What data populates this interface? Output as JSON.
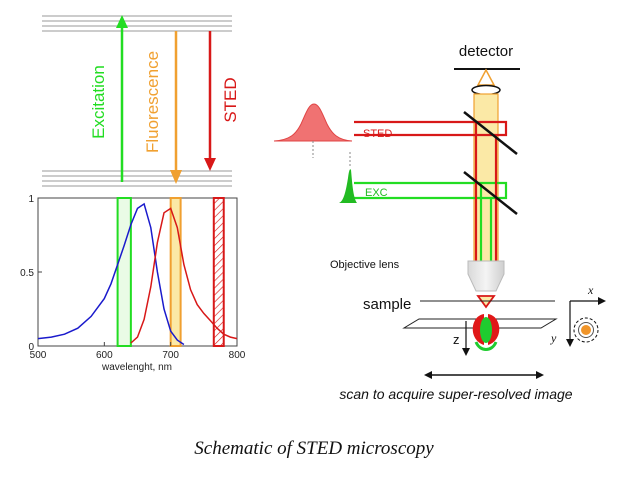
{
  "energy_diagram": {
    "excitation_label": "Excitation",
    "fluorescence_label": "Fluorescence",
    "sted_label": "STED"
  },
  "chart_data": {
    "type": "line",
    "xlabel": "wavelenght, nm",
    "ylabel": "",
    "xlim": [
      500,
      800
    ],
    "ylim": [
      0,
      1
    ],
    "x_ticks": [
      "500",
      "600",
      "700",
      "800"
    ],
    "y_ticks": [
      "0",
      "0.5",
      "1"
    ],
    "series": [
      {
        "name": "",
        "color": "#1a1acc",
        "x": [
          500,
          520,
          540,
          560,
          580,
          600,
          610,
          620,
          630,
          640,
          650,
          660,
          670,
          680,
          690,
          700,
          710,
          720
        ],
        "y": [
          0.05,
          0.06,
          0.08,
          0.12,
          0.2,
          0.32,
          0.42,
          0.55,
          0.68,
          0.82,
          0.93,
          0.96,
          0.8,
          0.5,
          0.25,
          0.1,
          0.04,
          0.01
        ]
      },
      {
        "name": "",
        "color": "#d81818",
        "x": [
          640,
          650,
          660,
          670,
          680,
          690,
          700,
          710,
          720,
          730,
          740,
          750,
          760,
          770,
          780,
          790,
          800
        ],
        "y": [
          0.02,
          0.06,
          0.18,
          0.4,
          0.7,
          0.9,
          0.93,
          0.8,
          0.55,
          0.38,
          0.28,
          0.22,
          0.17,
          0.12,
          0.08,
          0.06,
          0.05
        ]
      }
    ],
    "bands": [
      {
        "name": "excitation",
        "from": 620,
        "to": 640,
        "color": "#22dd22"
      },
      {
        "name": "fluorescence",
        "from": 700,
        "to": 715,
        "color": "#f0a030"
      },
      {
        "name": "sted",
        "from": 765,
        "to": 780,
        "color": "#d81818"
      }
    ]
  },
  "setup": {
    "detector_label": "detector",
    "sted_beam_label": "STED",
    "exc_beam_label": "EXC",
    "objective_label": "Objective lens",
    "sample_label": "sample",
    "z_axis_label": "z",
    "x_axis_label": "x",
    "y_axis_label": "y",
    "scan_caption": "scan to acquire super-resolved image"
  },
  "colors": {
    "excitation": "#22dd22",
    "fluorescence": "#f0a030",
    "sted": "#d81818",
    "beam_yellow": "#fbe9a6"
  },
  "caption": "Schematic of STED microscopy"
}
